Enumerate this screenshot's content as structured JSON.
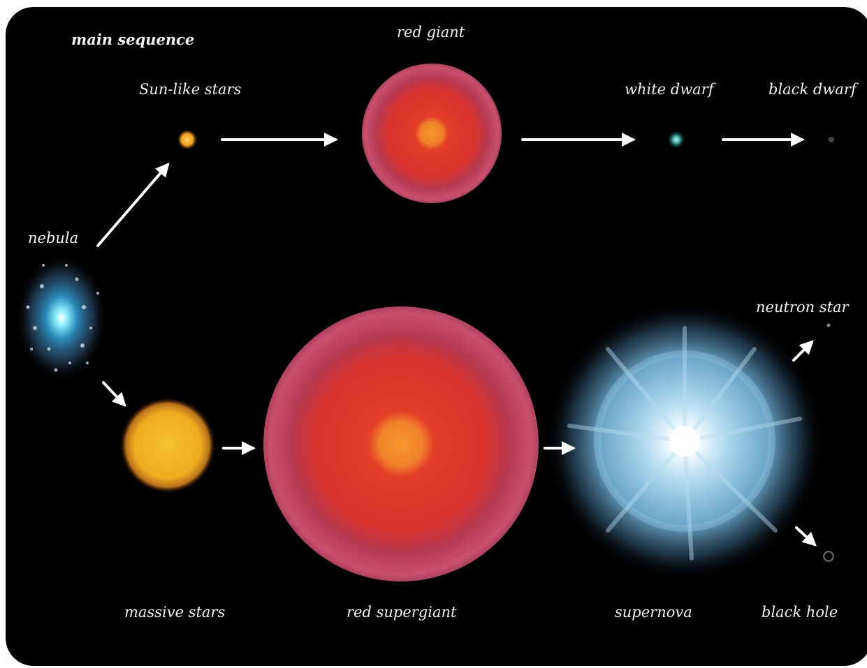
{
  "labels": {
    "main_sequence": "main sequence",
    "red_giant": "red giant",
    "sun_like_stars": "Sun-like stars",
    "white_dwarf": "white dwarf",
    "black_dwarf": "black dwarf",
    "nebula": "nebula",
    "neutron_star": "neutron star",
    "massive_stars": "massive stars",
    "red_supergiant": "red supergiant",
    "supernova": "supernova",
    "black_hole": "black hole"
  },
  "colors": {
    "background": "#000000",
    "arrow": "#ffffff",
    "text": "#f2f2f2",
    "red_star_core": "#f0902a",
    "red_star_body": "#d6322a",
    "red_star_rim": "#c84a6a",
    "sun_like_star": "#f2a21e",
    "massive_star": "#f0b020",
    "supernova_glow": "#bfe6ff",
    "nebula_core": "#7fe0ff",
    "white_dwarf": "#5ad0c8"
  }
}
